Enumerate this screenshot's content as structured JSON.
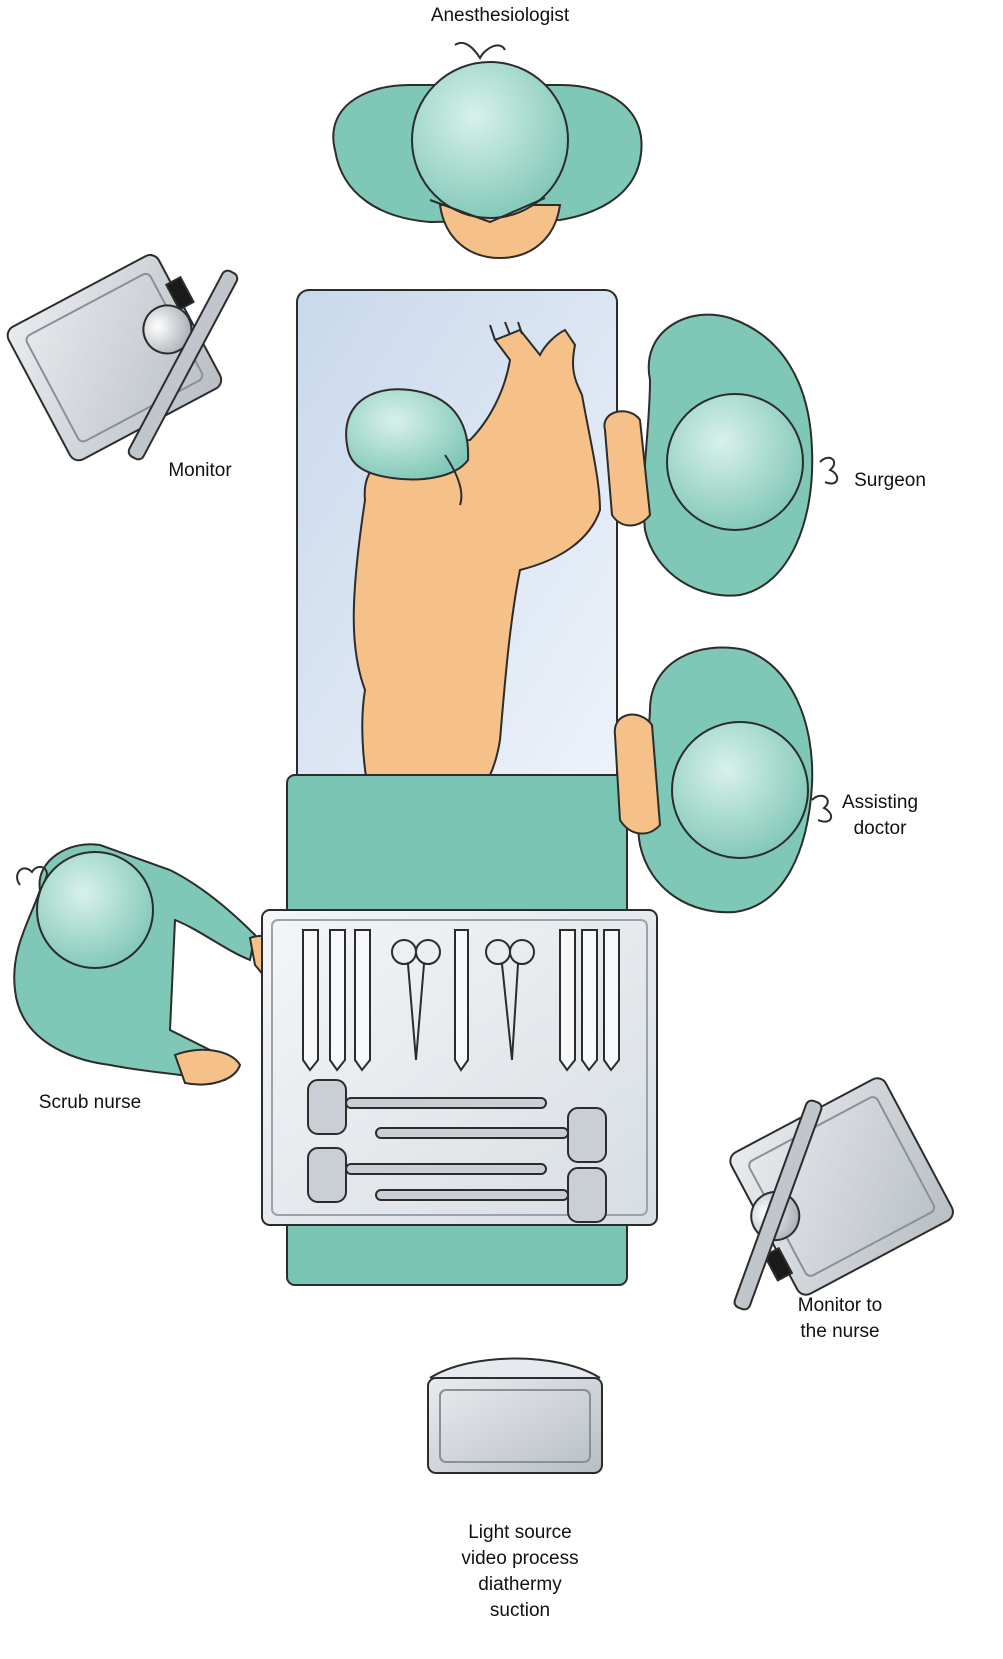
{
  "labels": {
    "anesthesiologist": "Anesthesiologist",
    "monitor": "Monitor",
    "surgeon": "Surgeon",
    "assisting_doctor": [
      "Assisting",
      "doctor"
    ],
    "scrub_nurse": "Scrub nurse",
    "monitor_to_nurse": [
      "Monitor to",
      "the nurse"
    ],
    "equipment": [
      "Light source",
      "video process",
      "diathermy",
      "suction"
    ]
  },
  "colors": {
    "gown": "#7fc7b6",
    "gown_dark": "#5aa897",
    "cap": "#a7dccf",
    "skin": "#f6c089",
    "table": "#dbe7f4",
    "drape": "#79c4b2",
    "tray": "#e6eaee",
    "monitor": "#c9ced3",
    "outline": "#2c2c2c"
  }
}
